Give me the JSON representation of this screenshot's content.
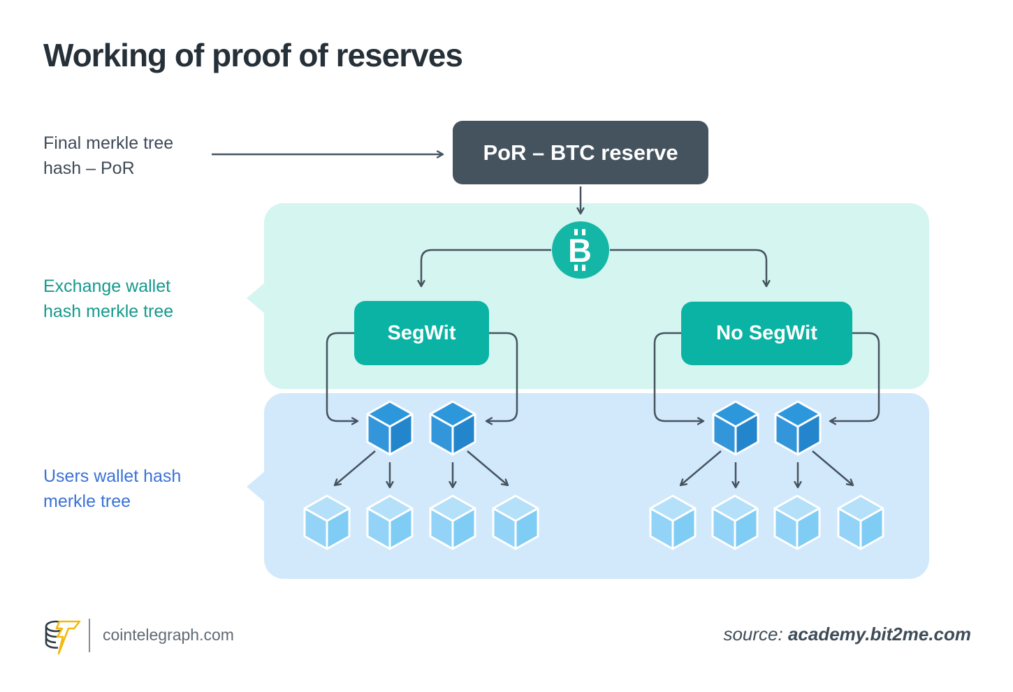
{
  "title": "Working of proof of reserves",
  "annotations": {
    "final_hash_line1": "Final merkle tree",
    "final_hash_line2": "hash – PoR",
    "exchange_line1": "Exchange wallet",
    "exchange_line2": "hash merkle tree",
    "users_line1": "Users wallet hash",
    "users_line2": "merkle tree"
  },
  "diagram": {
    "root_box_label": "PoR – BTC reserve",
    "coin_symbol": "B",
    "coin_icon": "bitcoin-icon",
    "branch_left_label": "SegWit",
    "branch_right_label": "No SegWit",
    "mid_nodes_per_branch": 2,
    "leaf_nodes_per_branch": 4,
    "regions": [
      "Exchange wallet hash merkle tree",
      "Users wallet hash merkle tree"
    ]
  },
  "colors": {
    "accent_teal": "#0ab3a3",
    "teal_region_bg": "#d4f5f0",
    "blue_region_bg": "#d2e9fc",
    "dark_slate_box": "#45535e",
    "arrow": "#46535f",
    "teal_label_text": "#149a8c",
    "blue_label_text": "#3a72d7",
    "cube_dark_blue": "#2f93d9",
    "cube_light_blue": "#90d2f7",
    "logo_yellow": "#f2b90d"
  },
  "footer": {
    "site": "cointelegraph.com",
    "source_prefix": "source: ",
    "source_value": "academy.bit2me.com"
  }
}
